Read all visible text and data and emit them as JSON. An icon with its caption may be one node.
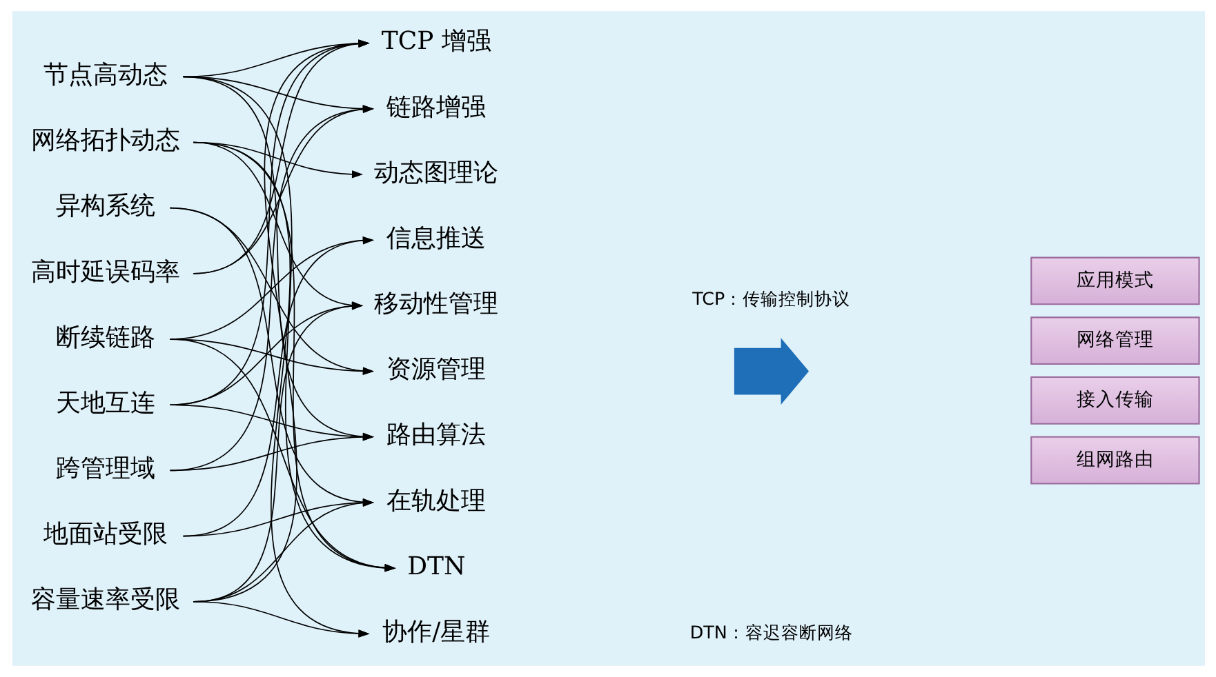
{
  "diagram": {
    "nodes": [
      {
        "text": [
          "节点高动态"
        ]
      },
      {
        "text": [
          "网络拓扑动态"
        ]
      },
      {
        "text": [
          "异构系统"
        ]
      },
      {
        "text": [
          "高时延误码率"
        ]
      },
      {
        "text": [
          "断续链路"
        ]
      },
      {
        "text": [
          "天地互连"
        ]
      },
      {
        "text": [
          "跨管理域"
        ]
      },
      {
        "text": [
          "地面站受限"
        ]
      },
      {
        "text": [
          "容量速率受限"
        ]
      },
      {
        "text": [
          "TCP 增强"
        ]
      },
      {
        "text": [
          "链路增强"
        ]
      },
      {
        "text": [
          "动态图理论"
        ]
      },
      {
        "text": [
          "信息推送"
        ]
      },
      {
        "text": [
          "移动性管理"
        ]
      },
      {
        "text": [
          "资源管理"
        ]
      },
      {
        "text": [
          "路由算法"
        ]
      },
      {
        "text": [
          "在轨处理"
        ]
      },
      {
        "text": [
          "DTN"
        ]
      },
      {
        "text": [
          "协作/星群"
        ]
      },
      {
        "text": [],
        "shape": "arrow"
      },
      {
        "text": [
          "应用模式"
        ]
      },
      {
        "text": [
          "网络管理"
        ]
      },
      {
        "text": [
          "接入传输"
        ]
      },
      {
        "text": [
          "组网路由"
        ]
      }
    ],
    "edges": [
      {
        "from": 0,
        "to": 9,
        "arrow": "to"
      },
      {
        "from": 0,
        "to": 10,
        "arrow": "to"
      },
      {
        "from": 0,
        "to": 17,
        "arrow": "to"
      },
      {
        "from": 0,
        "to": 15,
        "arrow": "to"
      },
      {
        "from": 1,
        "to": 11,
        "arrow": "to"
      },
      {
        "from": 1,
        "to": 13,
        "arrow": "to"
      },
      {
        "from": 1,
        "to": 17,
        "arrow": "to"
      },
      {
        "from": 1,
        "to": 18,
        "arrow": "to"
      },
      {
        "from": 2,
        "to": 14,
        "arrow": "to"
      },
      {
        "from": 2,
        "to": 16,
        "arrow": "to"
      },
      {
        "from": 3,
        "to": 9,
        "arrow": "to"
      },
      {
        "from": 3,
        "to": 10,
        "arrow": "to"
      },
      {
        "from": 4,
        "to": 12,
        "arrow": "to"
      },
      {
        "from": 4,
        "to": 14,
        "arrow": "to"
      },
      {
        "from": 4,
        "to": 17,
        "arrow": "to"
      },
      {
        "from": 5,
        "to": 13,
        "arrow": "to"
      },
      {
        "from": 5,
        "to": 9,
        "arrow": "to"
      },
      {
        "from": 5,
        "to": 15,
        "arrow": "to"
      },
      {
        "from": 6,
        "to": 15,
        "arrow": "to"
      },
      {
        "from": 6,
        "to": 10,
        "arrow": "to"
      },
      {
        "from": 7,
        "to": 16,
        "arrow": "to"
      },
      {
        "from": 7,
        "to": 12,
        "arrow": "to"
      },
      {
        "from": 8,
        "to": 18,
        "arrow": "to"
      },
      {
        "from": 8,
        "to": 16,
        "arrow": "to"
      },
      {
        "from": 8,
        "to": 13,
        "arrow": "to"
      },
      {
        "from": 8,
        "to": 9,
        "arrow": "to"
      }
    ],
    "labels": [
      "DTN：容迟容断网络",
      "TCP：传输控制协议"
    ]
  }
}
